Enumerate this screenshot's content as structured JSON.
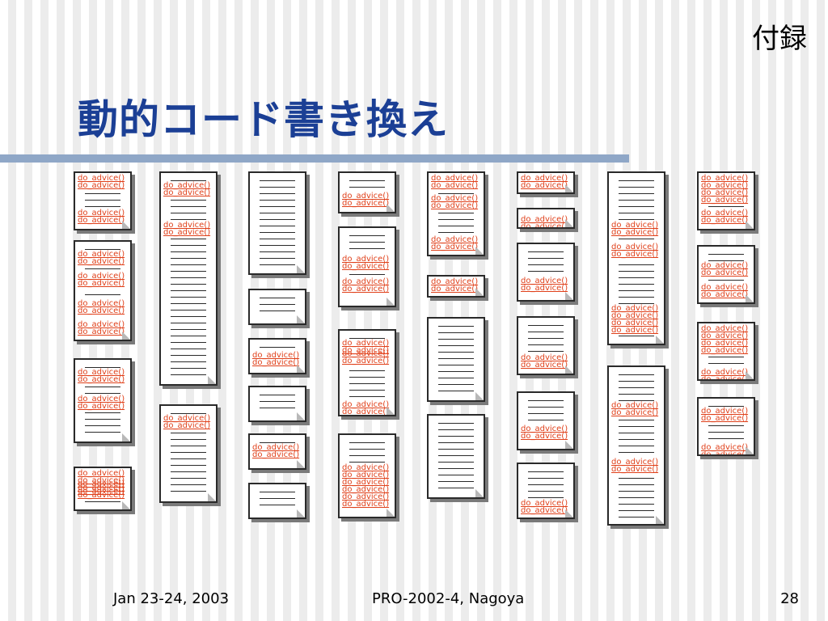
{
  "slide": {
    "section_label": "付録",
    "title": "動的コード書き換え",
    "diagram_label": "do_advice()"
  },
  "footer": {
    "date": "Jan 23-24, 2003",
    "venue": "PRO-2002-4, Nagoya",
    "page_number": "28"
  }
}
